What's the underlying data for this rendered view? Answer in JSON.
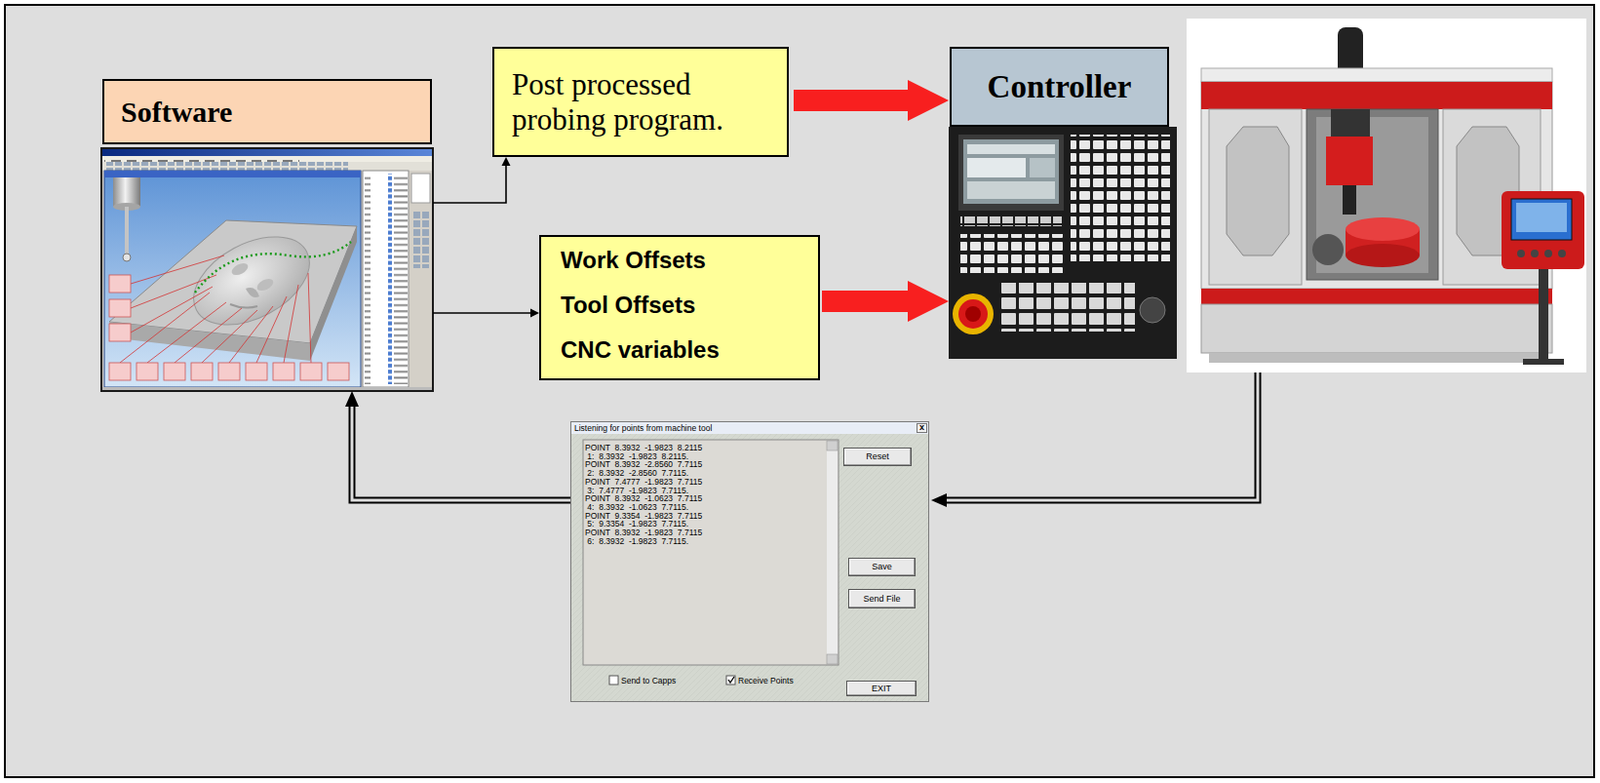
{
  "diagram": {
    "nodes": [
      {
        "text": [
          "Software"
        ]
      },
      {
        "text": [
          "Post processed probing program."
        ]
      },
      {
        "text": [
          "Controller"
        ]
      },
      {
        "text": [
          "Work Offsets",
          "Tool Offsets",
          "CNC variables"
        ]
      },
      {
        "text": [
          "Listening for points from machine tool",
          "POINT  8.3932  -1.9823  8.2115",
          " 1:  8.3932  -1.9823  8.2115.",
          "POINT  8.3932  -2.8560  7.7115",
          " 2:  8.3932  -2.8560  7.7115.",
          "POINT  7.4777  -1.9823  7.7115",
          " 3:  7.4777  -1.9823  7.7115.",
          "POINT  8.3932  -1.0623  7.7115",
          " 4:  8.3932  -1.0623  7.7115.",
          "POINT  9.3354  -1.9823  7.7115",
          " 5:  9.3354  -1.9823  7.7115.",
          "POINT  8.3932  -1.9823  7.7115",
          " 6:  8.3932  -1.9823  7.7115."
        ]
      },
      {
        "text": [
          "x"
        ],
        "in": 4
      },
      {
        "text": [
          "Reset"
        ],
        "in": 4
      },
      {
        "text": [
          "Save"
        ],
        "in": 4
      },
      {
        "text": [
          "Send File"
        ],
        "in": 4
      },
      {
        "text": [
          "EXIT"
        ],
        "in": 4
      }
    ],
    "edges": [
      {
        "from": 0,
        "to": 1,
        "arrow": "to"
      },
      {
        "from": 1,
        "to": 2,
        "arrow": "to"
      },
      {
        "from": 0,
        "to": 3,
        "arrow": "to"
      },
      {
        "from": 3,
        "to": 2,
        "arrow": "to"
      },
      {
        "from": 4,
        "to": 0,
        "arrow": "to"
      }
    ],
    "labels": [
      "Send to Capps",
      "Receive Points"
    ]
  }
}
